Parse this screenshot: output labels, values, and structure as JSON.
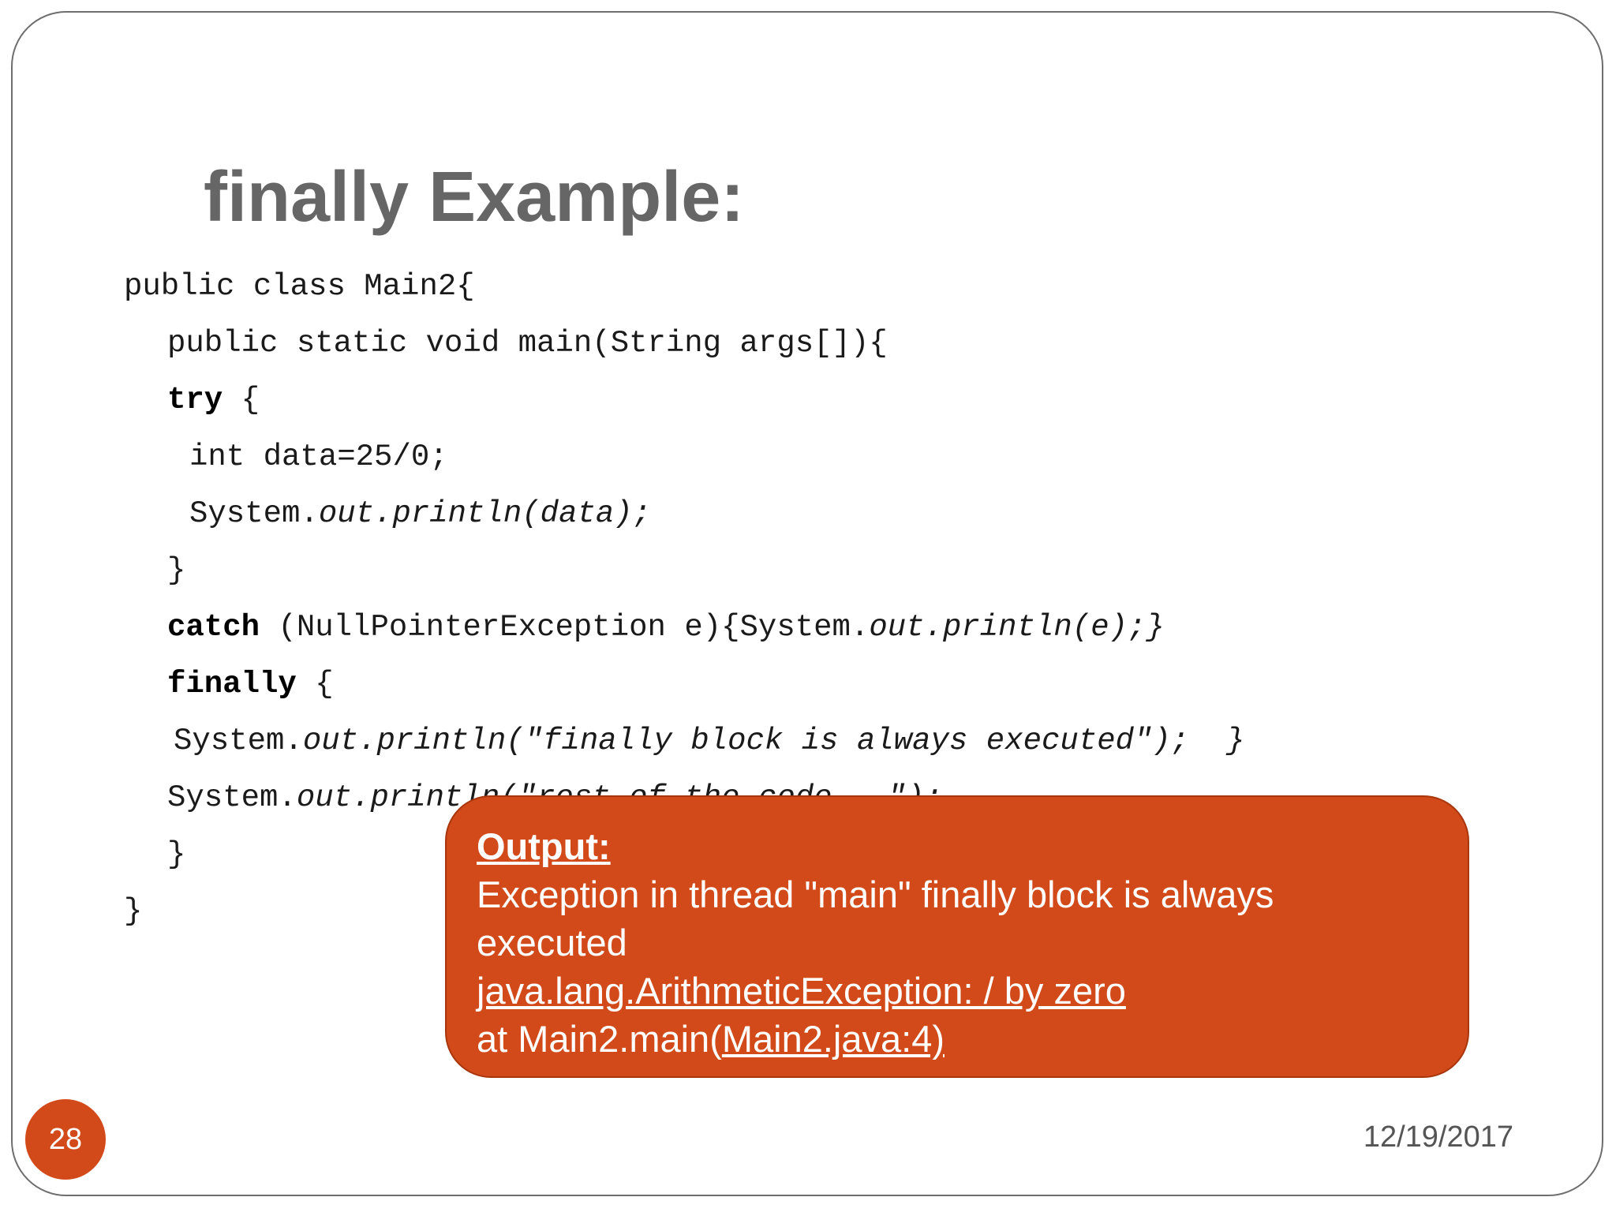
{
  "slide": {
    "title": "finally Example:",
    "code": {
      "l1": "public class Main2{",
      "l2": "public static void main(String args[]){",
      "l3_kw": "try",
      "l3_rest": " {",
      "l4": "int data=25/0;",
      "l5_a": "System.",
      "l5_b": "out.println(data);",
      "l6": "}",
      "l7_kw": "catch",
      "l7_a": " (NullPointerException e){System.",
      "l7_b": "out.println(e);}",
      "l8_kw": "finally",
      "l8_rest": " {",
      "l9_a": "System.",
      "l9_b": "out.println(\"finally block is always executed\");  }",
      "l10_a": "System.",
      "l10_b": "out.println(\"rest of the code...\");",
      "l11": "}",
      "l12": "}"
    },
    "output": {
      "label": "Output:",
      "line1": "Exception in thread \"main\" finally block is always",
      "line2": "executed",
      "line3": "java.lang.ArithmeticException: / by zero",
      "line4_a": "at Main2.main(",
      "line4_b": "Main2.java:4)"
    },
    "page_number": "28",
    "date": "12/19/2017",
    "colors": {
      "accent": "#d24a1a",
      "title": "#666666",
      "frame": "#6e6e6e"
    }
  }
}
